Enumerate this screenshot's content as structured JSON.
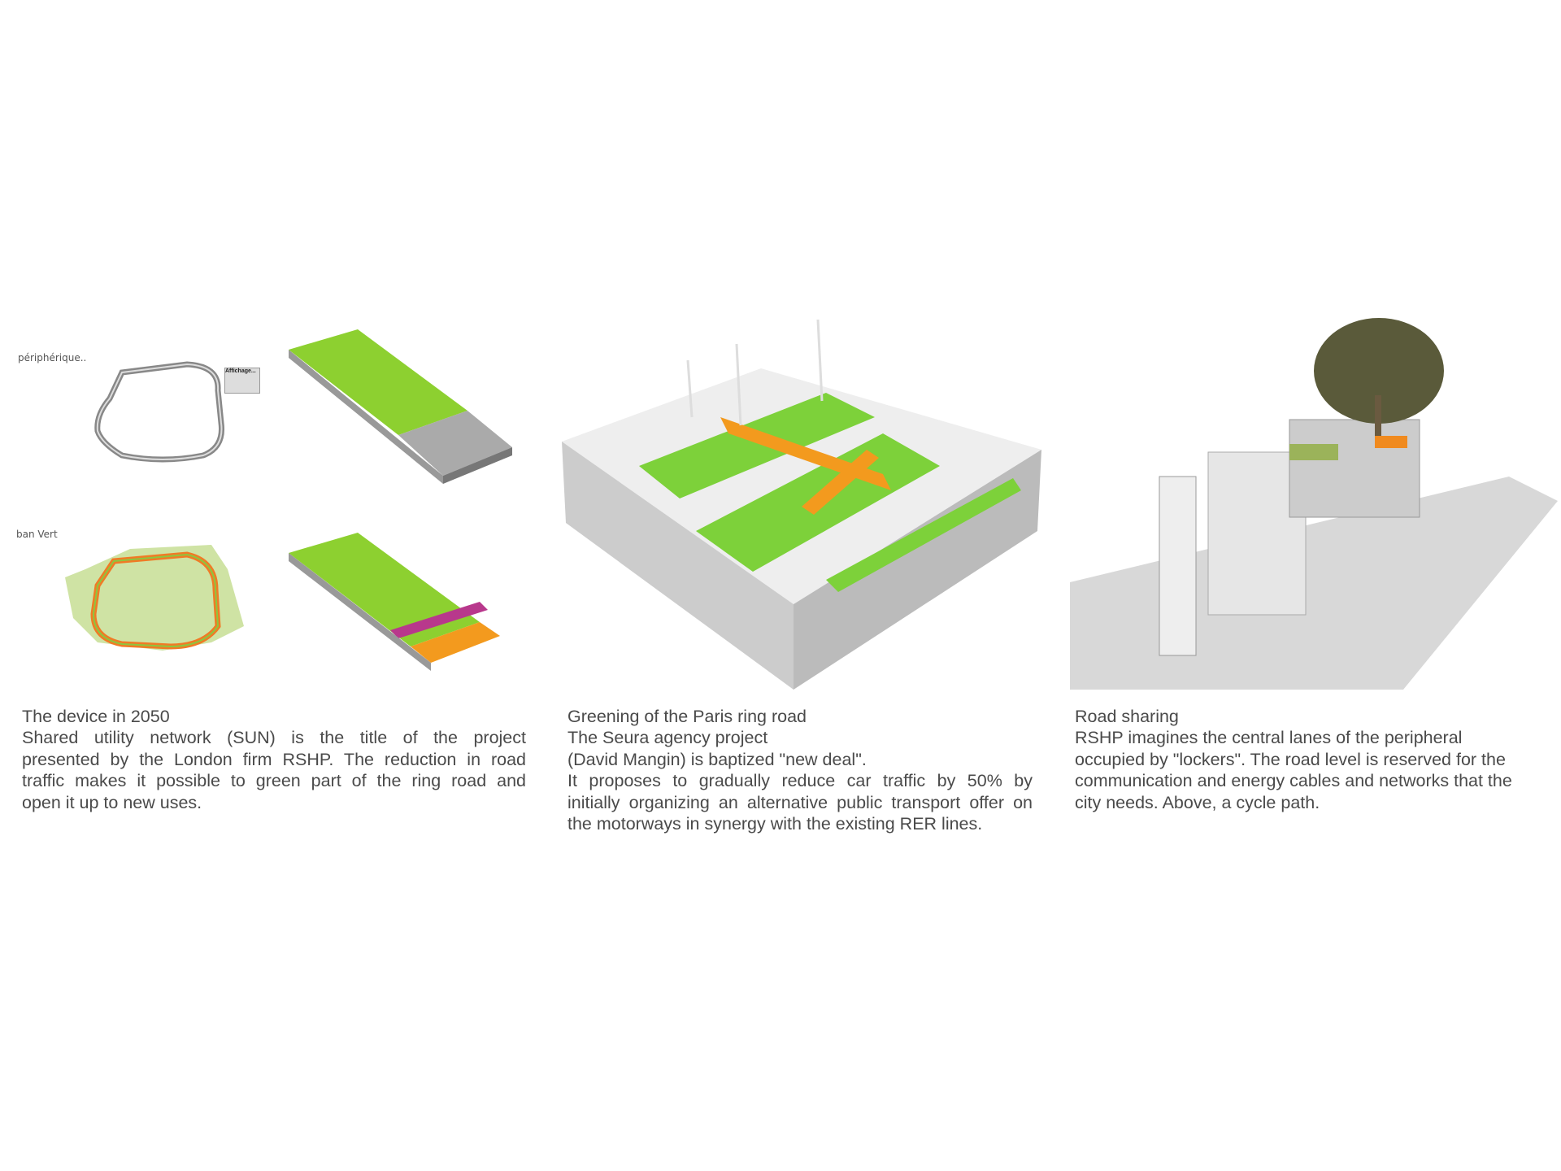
{
  "figures": {
    "left": {
      "label_top": "périphérique..",
      "label_bottom": "ban Vert",
      "toolbar_title": "Affichage..."
    }
  },
  "captions": [
    {
      "title": "The device in 2050",
      "lines": [
        "Shared utility network (SUN) is the title of the project",
        "presented by the London firm RSHP. The reduction in road",
        "traffic makes it possible to green part of the ring road and",
        "open it up to new uses."
      ]
    },
    {
      "title": "Greening of the Paris ring road",
      "lines": [
        "The Seura agency project",
        "(David Mangin) is baptized \"new deal\".",
        "It proposes to gradually reduce car traffic by 50% by",
        "initially organizing an alternative public transport offer on",
        "the motorways in synergy with the existing RER lines."
      ]
    },
    {
      "title": "Road sharing",
      "lines": [
        "RSHP imagines the central lanes of the peripheral",
        "occupied by \"lockers\". The road level is reserved for the",
        "communication and energy cables and networks that the",
        "city needs. Above, a cycle path."
      ]
    }
  ],
  "colors": {
    "green": "#7dc832",
    "orange": "#f39a1e",
    "magenta": "#b8388c",
    "text": "#4a4a4a"
  }
}
